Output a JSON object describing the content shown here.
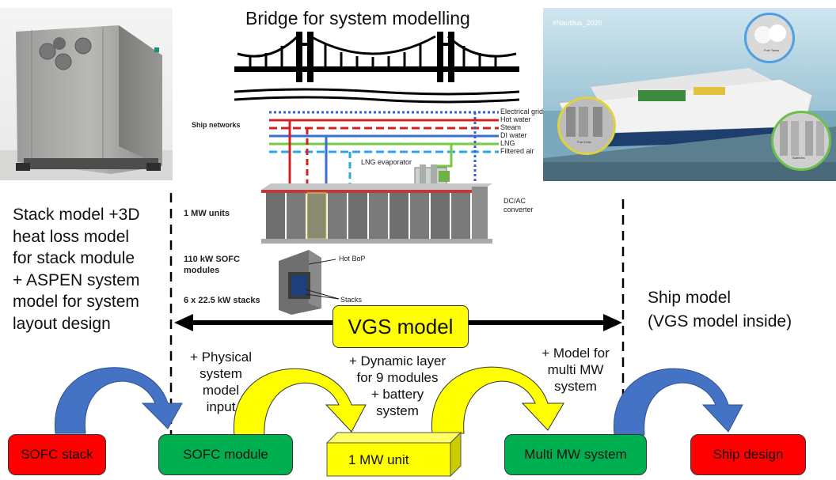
{
  "title": "Bridge for system modelling",
  "photo_right_tag": "#Nautilus_2020",
  "ship_photo_labels": {
    "fuel_tanks": "Fuel Tanks",
    "fuel_cells": "Fuel Cells",
    "batteries": "Batteries"
  },
  "schematic": {
    "ship_networks": "Ship networks",
    "networks": [
      {
        "label": "Electrical grid",
        "color": "#3a5fcd",
        "style": "dotted"
      },
      {
        "label": "Hot water",
        "color": "#d42020",
        "style": "solid"
      },
      {
        "label": "Steam",
        "color": "#d42020",
        "style": "dashed"
      },
      {
        "label": "DI water",
        "color": "#3a6fcd",
        "style": "solid"
      },
      {
        "label": "LNG",
        "color": "#7ac943",
        "style": "solid"
      },
      {
        "label": "Filtered air",
        "color": "#29a8e0",
        "style": "dashed"
      }
    ],
    "lng_evaporator": "LNG evaporator",
    "dcac": "DC/AC converter",
    "one_mw_units": "1 MW units",
    "sofc_modules": "110 kW SOFC modules",
    "stacks_line": "6 x 22.5 kW stacks",
    "hot_bop": "Hot BoP",
    "stacks": "Stacks"
  },
  "left_text": [
    "Stack model +3D",
    "heat loss model",
    "for stack module",
    "+ ASPEN system",
    "model for system",
    "layout design"
  ],
  "right_text": [
    "Ship model",
    "(VGS model inside)"
  ],
  "vgs_label": "VGS model",
  "transitions": {
    "physical": [
      "+ Physical",
      "system",
      "model",
      "input"
    ],
    "dynamic": [
      "+ Dynamic layer",
      "for 9 modules",
      "+ battery",
      "system"
    ],
    "multi": [
      "+ Model for",
      "multi MW",
      "system"
    ]
  },
  "boxes": {
    "sofc_stack": "SOFC stack",
    "sofc_module": "SOFC module",
    "one_mw": "1 MW unit",
    "multi_mw": "Multi MW system",
    "ship_design": "Ship design"
  },
  "colors": {
    "red": "#ff0000",
    "green": "#00b050",
    "yellow": "#ffff00",
    "blue": "#4472c4"
  }
}
